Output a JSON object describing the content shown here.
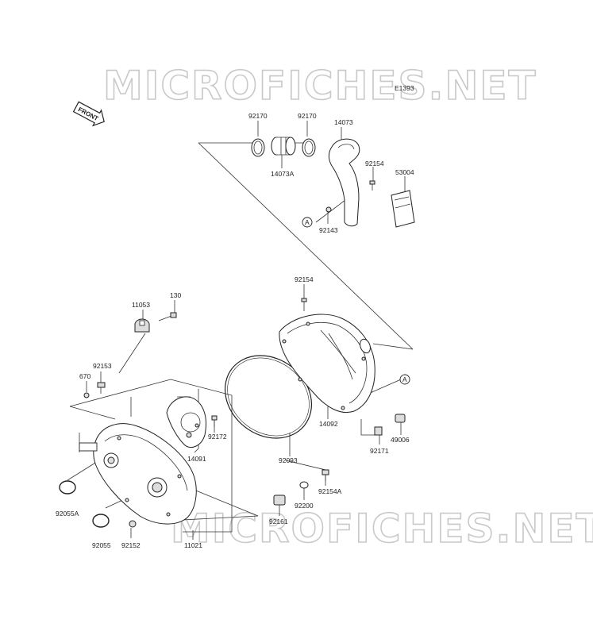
{
  "watermark": "MICROFICHES.NET",
  "diagram_code": "E1393",
  "front_label": "FRONT",
  "callout_a": "A",
  "labels": {
    "p92170a": "92170",
    "p92170b": "92170",
    "p14073": "14073",
    "p14073a": "14073A",
    "p92154a": "92154",
    "p53004": "53004",
    "p92143": "92143",
    "p92154b": "92154",
    "p11053": "11053",
    "p130": "130",
    "p92153": "92153",
    "p670": "670",
    "p92172": "92172",
    "p14091": "14091",
    "p14092": "14092",
    "p49006": "49006",
    "p92171": "92171",
    "p92093": "92093",
    "p92154c": "92154A",
    "p92200": "92200",
    "p92161": "92161",
    "p92055a": "92055A",
    "p92055": "92055",
    "p92152": "92152",
    "p11021": "11021"
  }
}
